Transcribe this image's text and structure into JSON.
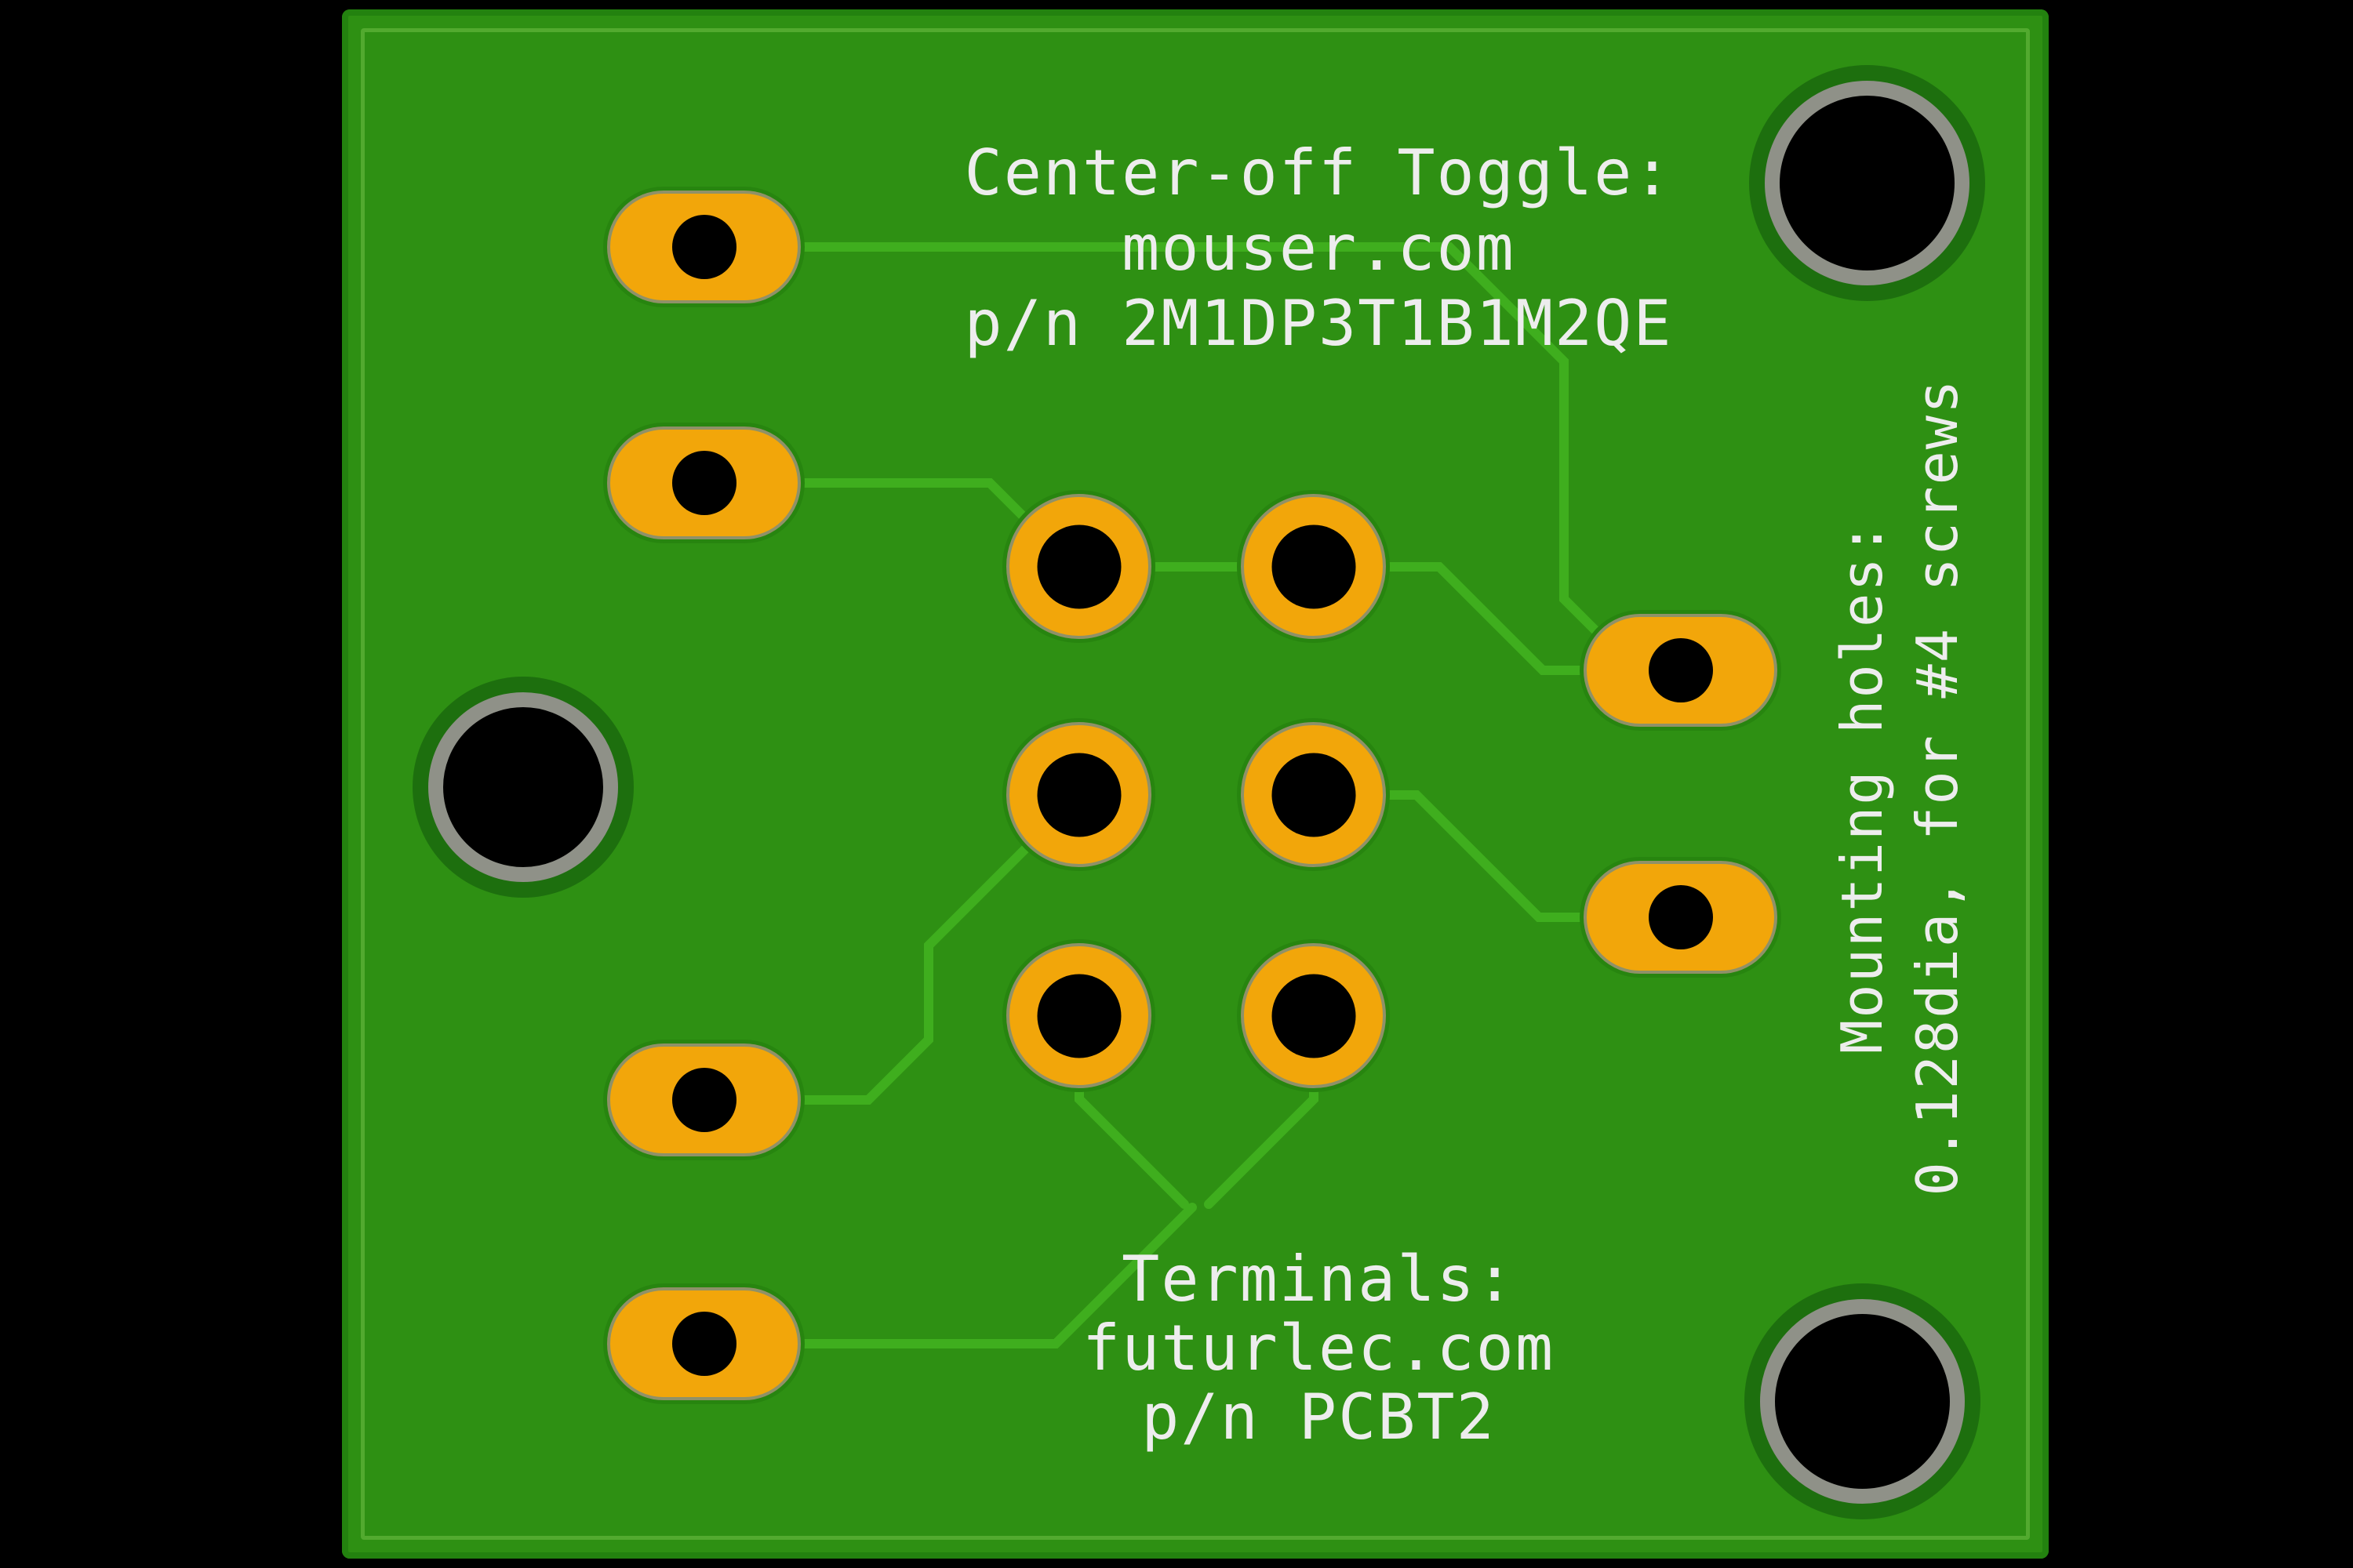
{
  "annotations": {
    "toggle_note": {
      "line1": "Center-off Toggle:",
      "line2": "mouser.com",
      "line3": "p/n 2M1DP3T1B1M2QE"
    },
    "terminals_note": {
      "line1": "Terminals:",
      "line2": "futurlec.com",
      "line3": "p/n PCBT2"
    },
    "mounting_note": {
      "line1": "Mounting holes:",
      "line2": "0.128dia, for #4 screws"
    }
  },
  "board": {
    "oval_terminal_pads": 6,
    "round_switch_pads": 6,
    "mounting_holes": 3,
    "colors": {
      "background": "#000000",
      "board_green": "#2e9013",
      "board_edge": "#23820f",
      "trace_green": "#3fae1e",
      "pad_orange": "#f2a60a",
      "pad_outline": "#8f9168",
      "mount_ring_gray": "#8f9188",
      "mask_clearance_green": "#1d6f0e",
      "silkscreen_white": "#ededed"
    }
  }
}
